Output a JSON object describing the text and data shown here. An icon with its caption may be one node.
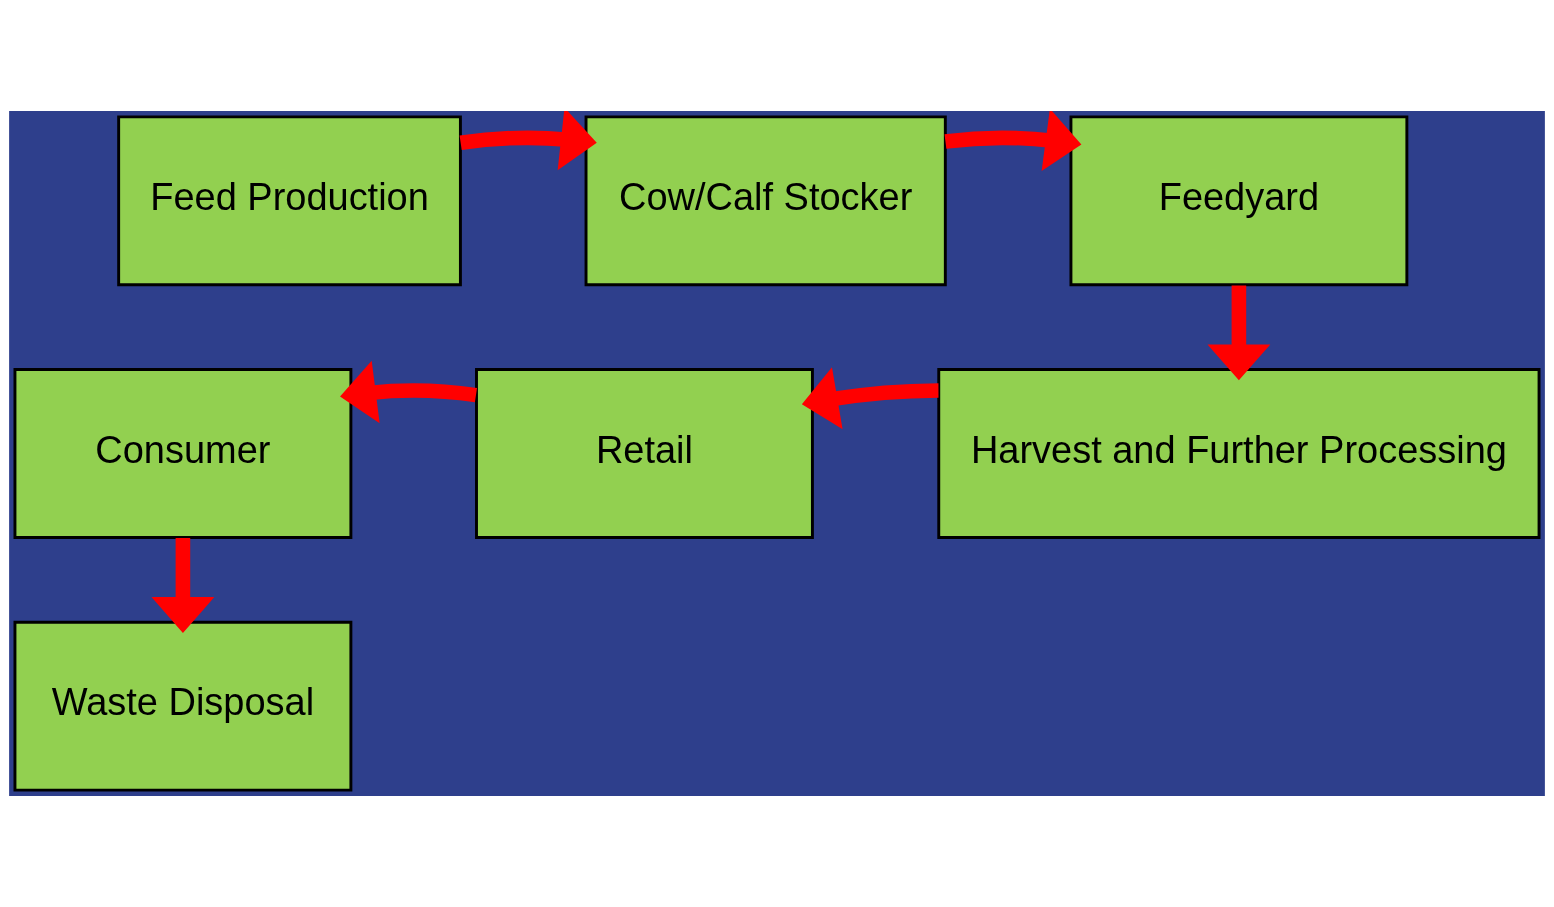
{
  "diagram": {
    "nodes": [
      {
        "text": [
          "Feed Production"
        ]
      },
      {
        "text": [
          "Cow/Calf Stocker"
        ]
      },
      {
        "text": [
          "Feedyard"
        ]
      },
      {
        "text": [
          "Harvest and Further Processing"
        ]
      },
      {
        "text": [
          "Retail"
        ]
      },
      {
        "text": [
          "Consumer"
        ]
      },
      {
        "text": [
          "Waste Disposal"
        ]
      }
    ],
    "edges": [
      {
        "from": 0,
        "to": 1,
        "arrow": "to"
      },
      {
        "from": 1,
        "to": 2,
        "arrow": "to"
      },
      {
        "from": 2,
        "to": 3,
        "arrow": "to"
      },
      {
        "from": 3,
        "to": 4,
        "arrow": "to"
      },
      {
        "from": 4,
        "to": 5,
        "arrow": "to"
      },
      {
        "from": 5,
        "to": 6,
        "arrow": "to"
      }
    ]
  }
}
